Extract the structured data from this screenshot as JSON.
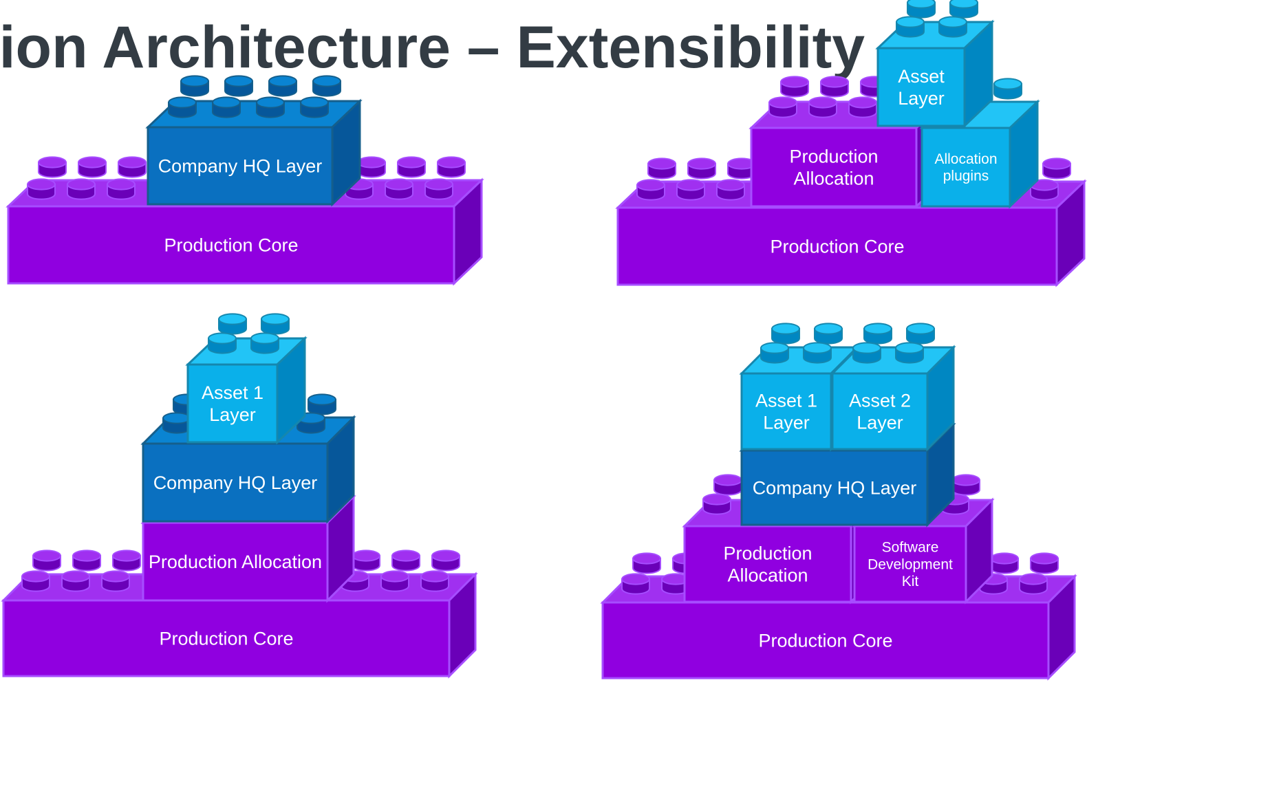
{
  "slide": {
    "title": "tion Architecture – Extensibility"
  },
  "colors": {
    "core_front": "#9000e0",
    "core_top": "#a030f0",
    "core_side": "#6a00b8",
    "core_outline": "#a64dff",
    "hq_front": "#0a70c0",
    "hq_top": "#0a84d2",
    "hq_side": "#06579a",
    "hq_outline": "#155f8c",
    "asset_front": "#0ab0ea",
    "asset_top": "#22c4f6",
    "asset_side": "#0087c2",
    "asset_outline": "#1587ae",
    "text": "#ffffff",
    "title": "#333c44"
  },
  "diagrams": [
    {
      "name": "quadrant-top-left",
      "blocks": [
        {
          "kind": "core",
          "lines": [
            "Production Core"
          ]
        },
        {
          "kind": "hq",
          "lines": [
            "Company HQ Layer"
          ]
        }
      ]
    },
    {
      "name": "quadrant-top-right",
      "blocks": [
        {
          "kind": "core",
          "lines": [
            "Production Core"
          ]
        },
        {
          "kind": "core",
          "lines": [
            "Production",
            "Allocation"
          ]
        },
        {
          "kind": "asset",
          "lines": [
            "Allocation",
            "plugins"
          ]
        },
        {
          "kind": "asset",
          "lines": [
            "Asset",
            "Layer"
          ]
        }
      ]
    },
    {
      "name": "quadrant-bottom-left",
      "blocks": [
        {
          "kind": "core",
          "lines": [
            "Production Core"
          ]
        },
        {
          "kind": "core",
          "lines": [
            "Production Allocation"
          ]
        },
        {
          "kind": "hq",
          "lines": [
            "Company HQ Layer"
          ]
        },
        {
          "kind": "asset",
          "lines": [
            "Asset 1",
            "Layer"
          ]
        }
      ]
    },
    {
      "name": "quadrant-bottom-right",
      "blocks": [
        {
          "kind": "core",
          "lines": [
            "Production Core"
          ]
        },
        {
          "kind": "core",
          "lines": [
            "Production",
            "Allocation"
          ]
        },
        {
          "kind": "core",
          "lines": [
            "Software",
            "Development",
            "Kit"
          ]
        },
        {
          "kind": "hq",
          "lines": [
            "Company HQ Layer"
          ]
        },
        {
          "kind": "asset",
          "lines": [
            "Asset 1",
            "Layer"
          ]
        },
        {
          "kind": "asset",
          "lines": [
            "Asset 2",
            "Layer"
          ]
        }
      ]
    }
  ]
}
